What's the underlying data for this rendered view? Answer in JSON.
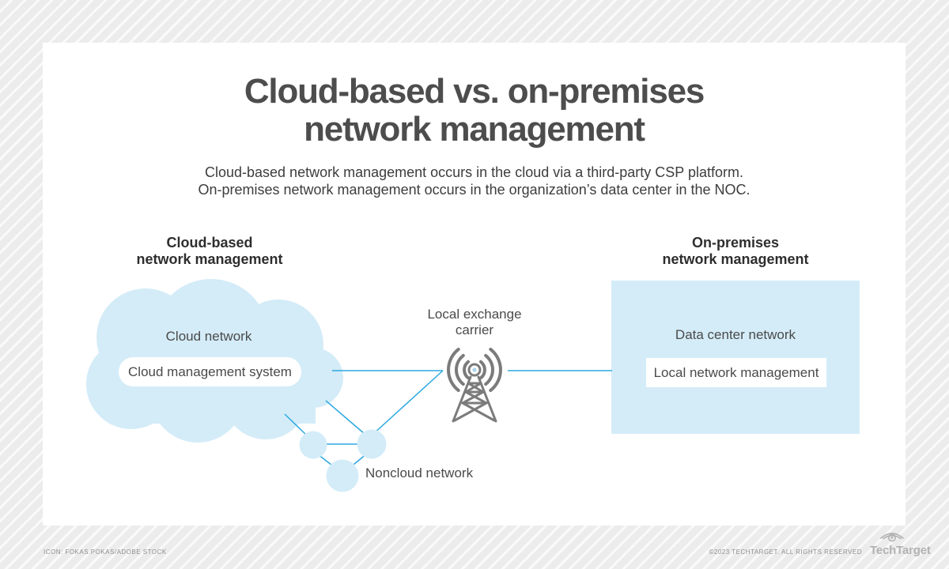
{
  "page": {
    "title": "Cloud-based vs. on-premises\nnetwork management",
    "subtitle": "Cloud-based network management occurs in the cloud via a third-party CSP platform.\nOn-premises network management occurs in the organization’s data center in the NOC."
  },
  "cloud_side": {
    "header": "Cloud-based\nnetwork management",
    "zone_label": "Cloud network",
    "pill_label": "Cloud management system"
  },
  "middle": {
    "tower_label": "Local exchange\ncarrier",
    "tower_icon": "radio-tower-icon",
    "noncloud_label": "Noncloud network"
  },
  "onprem_side": {
    "header": "On-premises\nnetwork management",
    "zone_label": "Data center network",
    "pill_label": "Local network management"
  },
  "footer": {
    "credit": "ICON: FOKAS.POKAS/ADOBE STOCK",
    "copyright": "©2023 TECHTARGET. ALL RIGHTS RESERVED",
    "brand": "TechTarget",
    "brand_icon": "techtarget-eye-icon"
  },
  "colors": {
    "fill_light_blue": "#d4ecf8",
    "line_blue": "#2ba8e0",
    "icon_gray": "#7b7b7b",
    "title_gray": "#4d4d4d"
  }
}
